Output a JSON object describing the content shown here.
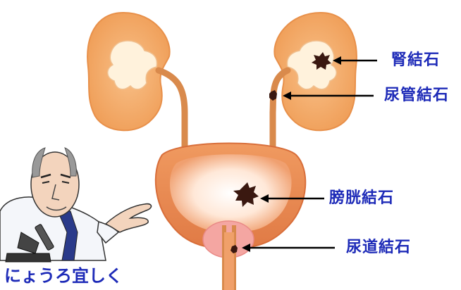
{
  "labels": {
    "kidney_stone": "腎結石",
    "ureteral_stone": "尿管結石",
    "bladder_stone": "膀胱結石",
    "urethral_stone": "尿道結石"
  },
  "caption": "にょうろ宜しく",
  "colors": {
    "label_text": "#1e2bb8",
    "kidney": "#f3a862",
    "kidney_inner": "#fff2dc",
    "tube": "#d98a4c",
    "bladder": "#e88a52",
    "bladder_inner": "#fff6ef",
    "prostate": "#f4a6a2",
    "stone": "#3a1810",
    "arrow": "#000000"
  }
}
